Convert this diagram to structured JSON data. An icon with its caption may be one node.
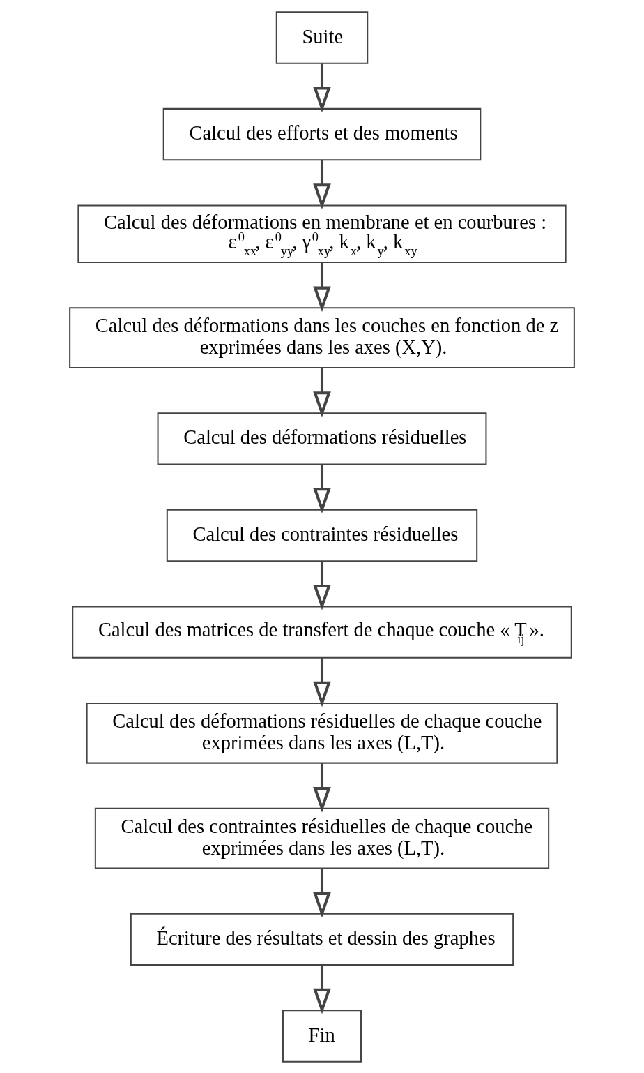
{
  "diagram": {
    "nodes": [
      {
        "text": [
          "Suite"
        ]
      },
      {
        "text": [
          "Calcul des efforts et des moments"
        ]
      },
      {
        "text": [
          "Calcul des déformations en membrane et en courbures : ε$^{0}$$_{xx}$, ε$^{0}$$_{yy}$, γ$^{0}$$_{xy}$, k$_{x}$, k$_{y}$, k$_{xy}$"
        ]
      },
      {
        "text": [
          "Calcul des déformations dans les couches en fonction de z exprimées dans les axes (X,Y)."
        ]
      },
      {
        "text": [
          "Calcul des déformations résiduelles"
        ]
      },
      {
        "text": [
          "Calcul des contraintes résiduelles"
        ]
      },
      {
        "text": [
          "Calcul des matrices de transfert de chaque couche « T$_{ij}$ »."
        ]
      },
      {
        "text": [
          "Calcul des déformations résiduelles de chaque couche exprimées dans les axes (L,T)."
        ]
      },
      {
        "text": [
          "Calcul des contraintes résiduelles de chaque couche exprimées dans les axes (L,T)."
        ]
      },
      {
        "text": [
          "Écriture des résultats et dessin des graphes"
        ]
      },
      {
        "text": [
          "Fin"
        ]
      }
    ],
    "edges": [
      {
        "from": 0,
        "to": 1,
        "arrow": "to"
      },
      {
        "from": 1,
        "to": 2,
        "arrow": "to"
      },
      {
        "from": 2,
        "to": 3,
        "arrow": "to"
      },
      {
        "from": 3,
        "to": 4,
        "arrow": "to"
      },
      {
        "from": 4,
        "to": 5,
        "arrow": "to"
      },
      {
        "from": 5,
        "to": 6,
        "arrow": "to"
      },
      {
        "from": 6,
        "to": 7,
        "arrow": "to"
      },
      {
        "from": 7,
        "to": 8,
        "arrow": "to"
      },
      {
        "from": 8,
        "to": 9,
        "arrow": "to"
      },
      {
        "from": 9,
        "to": 10,
        "arrow": "to"
      }
    ]
  }
}
